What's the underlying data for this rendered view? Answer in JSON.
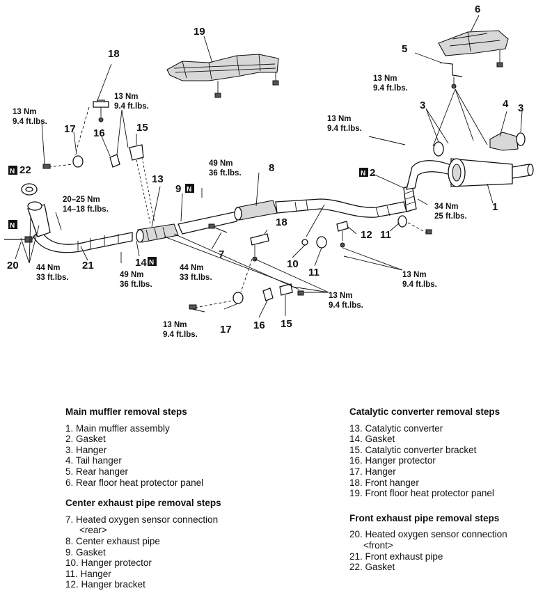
{
  "callouts": {
    "c1": "1",
    "c2": "2",
    "c3a": "3",
    "c3b": "3",
    "c4": "4",
    "c5": "5",
    "c6": "6",
    "c7": "7",
    "c8": "8",
    "c9": "9",
    "c10": "10",
    "c11a": "11",
    "c11b": "11",
    "c12": "12",
    "c13": "13",
    "c14": "14",
    "c15a": "15",
    "c15b": "15",
    "c16a": "16",
    "c16b": "16",
    "c17a": "17",
    "c17b": "17",
    "c18a": "18",
    "c18b": "18",
    "c19": "19",
    "c20": "20",
    "c21": "21",
    "c22": "22"
  },
  "badges": {
    "n": "N"
  },
  "torque": {
    "t13nm": "13 Nm",
    "t94": "9.4 ft.lbs.",
    "t49nm": "49 Nm",
    "t36": "36 ft.lbs.",
    "t44nm": "44 Nm",
    "t33": "33 ft.lbs.",
    "t34nm": "34 Nm",
    "t25": "25 ft.lbs.",
    "t2025nm": "20–25 Nm",
    "t1418": "14–18 ft.lbs."
  },
  "main_muffler": {
    "heading": "Main muffler removal steps",
    "items": [
      "1. Main muffler assembly",
      "2. Gasket",
      "3. Hanger",
      "4. Tail hanger",
      "5. Rear hanger",
      "6. Rear floor heat protector panel"
    ]
  },
  "center_pipe": {
    "heading": "Center exhaust pipe removal steps",
    "items": [
      "7. Heated oxygen sensor connection",
      "<rear>",
      "8. Center exhaust pipe",
      "9. Gasket",
      "10. Hanger protector",
      "11. Hanger",
      "12. Hanger bracket"
    ]
  },
  "catalytic": {
    "heading": "Catalytic converter removal steps",
    "items": [
      "13. Catalytic converter",
      "14. Gasket",
      "15. Catalytic converter bracket",
      "16. Hanger protector",
      "17. Hanger",
      "18. Front hanger",
      "19. Front floor heat protector panel"
    ]
  },
  "front_pipe": {
    "heading": "Front exhaust pipe removal steps",
    "items": [
      "20. Heated oxygen sensor connection",
      "<front>",
      "21. Front exhaust pipe",
      "22. Gasket"
    ]
  }
}
